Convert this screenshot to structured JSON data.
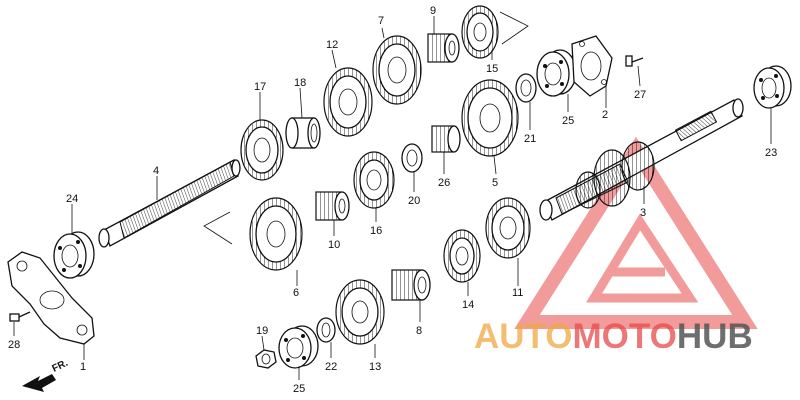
{
  "colors": {
    "ink": "#111111",
    "watermark_red": "#e84a4a",
    "watermark_orange": "#f0a843",
    "watermark_gray": "#555555"
  },
  "watermark": {
    "segments": [
      {
        "text": "AUTO",
        "color": "#f0a843"
      },
      {
        "text": "MOTO",
        "color": "#e84a4a"
      },
      {
        "text": "HUB",
        "color": "#555555"
      }
    ]
  },
  "direction_label": "FR.",
  "callouts": [
    {
      "id": "c1",
      "label": "1"
    },
    {
      "id": "c2",
      "label": "2"
    },
    {
      "id": "c3",
      "label": "3"
    },
    {
      "id": "c4",
      "label": "4"
    },
    {
      "id": "c5",
      "label": "5"
    },
    {
      "id": "c6",
      "label": "6"
    },
    {
      "id": "c7",
      "label": "7"
    },
    {
      "id": "c8",
      "label": "8"
    },
    {
      "id": "c9",
      "label": "9"
    },
    {
      "id": "c10",
      "label": "10"
    },
    {
      "id": "c11",
      "label": "11"
    },
    {
      "id": "c12",
      "label": "12"
    },
    {
      "id": "c13",
      "label": "13"
    },
    {
      "id": "c14",
      "label": "14"
    },
    {
      "id": "c15",
      "label": "15"
    },
    {
      "id": "c16",
      "label": "16"
    },
    {
      "id": "c17",
      "label": "17"
    },
    {
      "id": "c18",
      "label": "18"
    },
    {
      "id": "c19",
      "label": "19"
    },
    {
      "id": "c20",
      "label": "20"
    },
    {
      "id": "c21",
      "label": "21"
    },
    {
      "id": "c22",
      "label": "22"
    },
    {
      "id": "c23",
      "label": "23"
    },
    {
      "id": "c24",
      "label": "24"
    },
    {
      "id": "c25a",
      "label": "25"
    },
    {
      "id": "c25b",
      "label": "25"
    },
    {
      "id": "c26",
      "label": "26"
    },
    {
      "id": "c27",
      "label": "27"
    },
    {
      "id": "c28",
      "label": "28"
    }
  ]
}
